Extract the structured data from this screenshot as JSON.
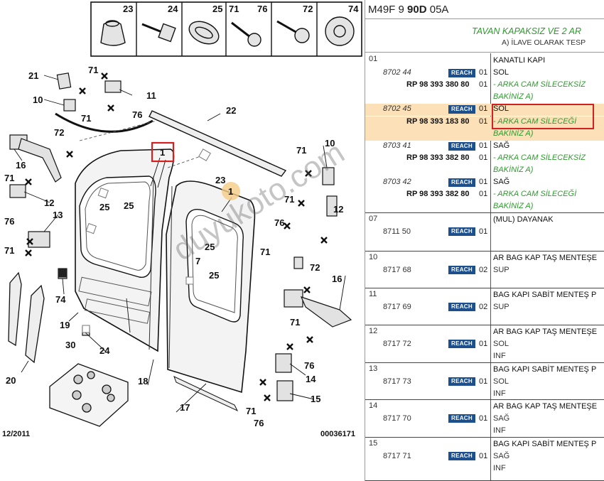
{
  "diagram": {
    "callouts": {
      "top": [
        "23",
        "24",
        "25",
        "71",
        "76",
        "72",
        "74"
      ],
      "main": [
        "21",
        "71",
        "10",
        "11",
        "71",
        "76",
        "22",
        "72",
        "16",
        "1",
        "23",
        "1",
        "71",
        "10",
        "71",
        "12",
        "71",
        "12",
        "76",
        "76",
        "13",
        "71",
        "25",
        "25",
        "25",
        "7",
        "25",
        "71",
        "74",
        "72",
        "16",
        "19",
        "24",
        "71",
        "30",
        "18",
        "76",
        "14",
        "20",
        "17",
        "71",
        "15",
        "76"
      ]
    },
    "footer_left": "12/2011",
    "footer_right": "00036171"
  },
  "parts_list": {
    "header": {
      "prefix": "M49F 9",
      "bold": "90D",
      "suffix": "05A"
    },
    "subtitle": "TAVAN KAPAKSIZ VE 2 AR",
    "subtitle2": "A) İLAVE OLARAK TESP",
    "sections": [
      {
        "num": "01",
        "rows": [
          {
            "code": "",
            "rp": "",
            "reach": "",
            "qty": "",
            "desc": "KANATLI KAPI",
            "style": "b"
          },
          {
            "code": "8702 44",
            "rp": "",
            "reach": "REACH",
            "qty": "01",
            "desc": "SOL",
            "style": "b"
          },
          {
            "code": "",
            "rp": "RP 98 393 380 80",
            "reach": "",
            "qty": "01",
            "desc": "- ARKA CAM SİLECEKSİZ",
            "style": "g"
          },
          {
            "code": "",
            "rp": "",
            "reach": "",
            "qty": "",
            "desc": "BAKİNİZ A)",
            "style": "g"
          },
          {
            "code": "8702 45",
            "rp": "",
            "reach": "REACH",
            "qty": "01",
            "desc": "SOL",
            "style": "b"
          },
          {
            "code": "",
            "rp": "RP 98 393 183 80",
            "reach": "",
            "qty": "01",
            "desc": "- ARKA CAM SİLECEĞİ",
            "style": "g"
          },
          {
            "code": "",
            "rp": "",
            "reach": "",
            "qty": "",
            "desc": "BAKİNİZ A)",
            "style": "g"
          },
          {
            "code": "8703 41",
            "rp": "",
            "reach": "REACH",
            "qty": "01",
            "desc": "SAĞ",
            "style": "b"
          },
          {
            "code": "",
            "rp": "RP 98 393 382 80",
            "reach": "",
            "qty": "01",
            "desc": "- ARKA CAM SİLECEKSİZ",
            "style": "g"
          },
          {
            "code": "",
            "rp": "",
            "reach": "",
            "qty": "",
            "desc": "BAKİNİZ A)",
            "style": "g"
          },
          {
            "code": "8703 42",
            "rp": "",
            "reach": "REACH",
            "qty": "01",
            "desc": "SAĞ",
            "style": "b"
          },
          {
            "code": "",
            "rp": "RP 98 393 382 80",
            "reach": "",
            "qty": "01",
            "desc": "- ARKA CAM SİLECEĞİ",
            "style": "g"
          },
          {
            "code": "",
            "rp": "",
            "reach": "",
            "qty": "",
            "desc": "BAKİNİZ A)",
            "style": "g"
          }
        ]
      },
      {
        "num": "07",
        "code": "8711 50",
        "reach": "REACH",
        "qty": "01",
        "desc": "(MUL) DAYANAK",
        "desc2": "",
        "desc3": ""
      },
      {
        "num": "10",
        "code": "8717 68",
        "reach": "REACH",
        "qty": "02",
        "desc": "AR BAG KAP TAŞ MENTEŞE",
        "desc2": "SUP",
        "desc3": ""
      },
      {
        "num": "11",
        "code": "8717 69",
        "reach": "REACH",
        "qty": "02",
        "desc": "BAG KAPI SABİT MENTEŞ P",
        "desc2": "SUP",
        "desc3": ""
      },
      {
        "num": "12",
        "code": "8717 72",
        "reach": "REACH",
        "qty": "01",
        "desc": "AR BAG KAP TAŞ MENTEŞE",
        "desc2": "SOL",
        "desc3": "INF"
      },
      {
        "num": "13",
        "code": "8717 73",
        "reach": "REACH",
        "qty": "01",
        "desc": "BAG KAPI SABİT MENTEŞ P",
        "desc2": "SOL",
        "desc3": "INF"
      },
      {
        "num": "14",
        "code": "8717 70",
        "reach": "REACH",
        "qty": "01",
        "desc": "AR BAG KAP TAŞ MENTEŞE",
        "desc2": "SAĞ",
        "desc3": "INF"
      },
      {
        "num": "15",
        "code": "8717 71",
        "reach": "REACH",
        "qty": "01",
        "desc": "BAG KAPI SABİT MENTEŞ P",
        "desc2": "SAĞ",
        "desc3": "INF"
      }
    ]
  },
  "watermark": "duyukoto.com"
}
